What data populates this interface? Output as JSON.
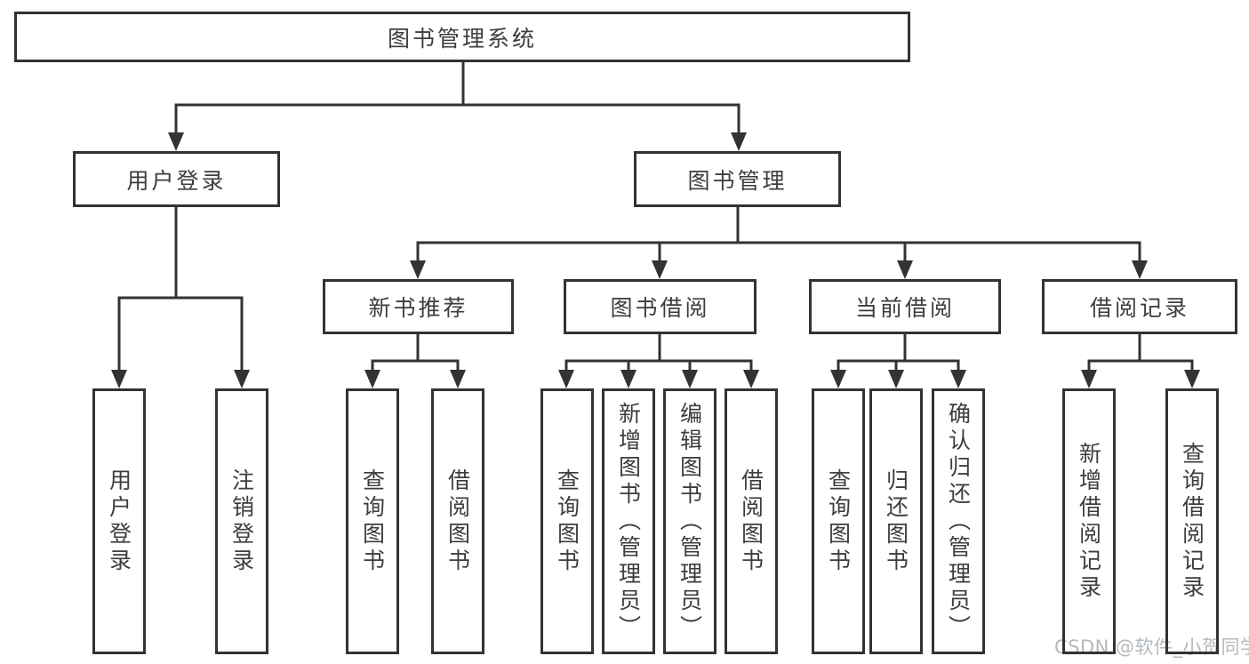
{
  "diagram": {
    "root": {
      "label": "图书管理系统"
    },
    "level2": [
      {
        "label": "用户登录"
      },
      {
        "label": "图书管理"
      }
    ],
    "level3": [
      {
        "label": "新书推荐"
      },
      {
        "label": "图书借阅"
      },
      {
        "label": "当前借阅"
      },
      {
        "label": "借阅记录"
      }
    ],
    "leaves": {
      "user_login": [
        "用户登录",
        "注销登录"
      ],
      "new_books": [
        "查询图书",
        "借阅图书"
      ],
      "book_borrow": [
        "查询图书",
        "新增图书（管理员）",
        "编辑图书（管理员）",
        "借阅图书"
      ],
      "current_borrow": [
        "查询图书",
        "归还图书",
        "确认归还（管理员）"
      ],
      "borrow_records": [
        "新增借阅记录",
        "查询借阅记录"
      ]
    }
  },
  "watermark": {
    "text": "CSDN @软件_小贺同学"
  },
  "colors": {
    "line": "#333333",
    "text": "#3d3d3d",
    "watermark": "#b4b9be",
    "background": "#ffffff"
  }
}
